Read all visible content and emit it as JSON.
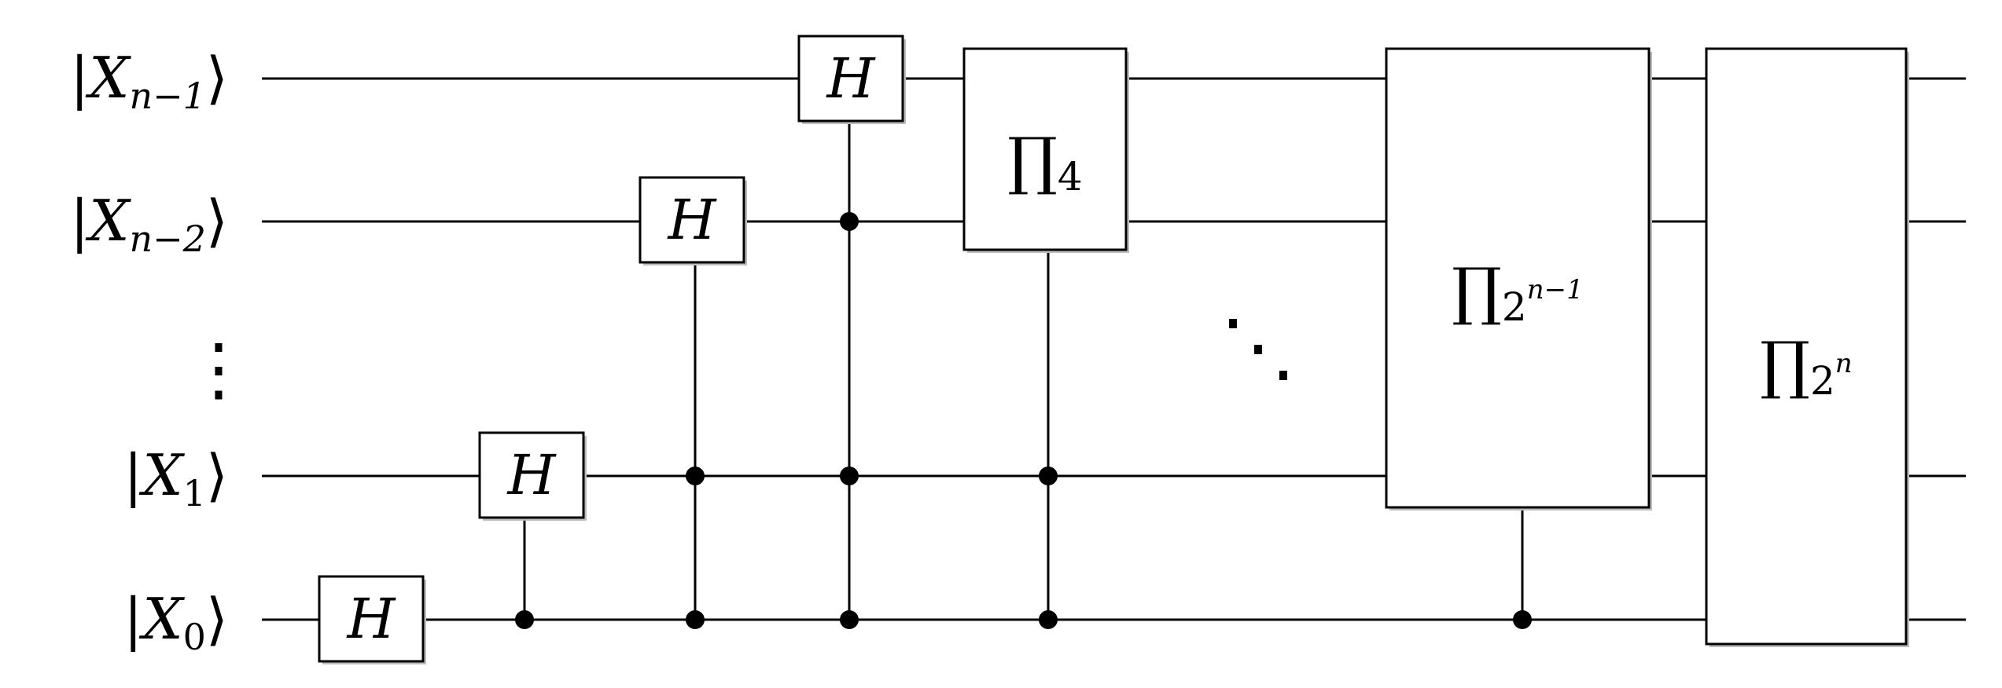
{
  "qubits": [
    {
      "label_base": "X",
      "label_sub": "n−1"
    },
    {
      "label_base": "X",
      "label_sub": "n−2"
    },
    {
      "label_base": "X",
      "label_sub": "1"
    },
    {
      "label_base": "X",
      "label_sub": "0"
    }
  ],
  "ellipsis_vertical": "⋮",
  "ellipsis_diagonal": "⋱",
  "gates": {
    "h_label": "H",
    "pi_symbol": "∏",
    "pi4_sub": "4",
    "pi_2n1_base": "2",
    "pi_2n1_exp": "n−1",
    "pi_2n_base": "2",
    "pi_2n_exp": "n"
  },
  "colors": {
    "line": "#000000",
    "background": "#ffffff",
    "gate_shadow": "#bcbcbc"
  }
}
